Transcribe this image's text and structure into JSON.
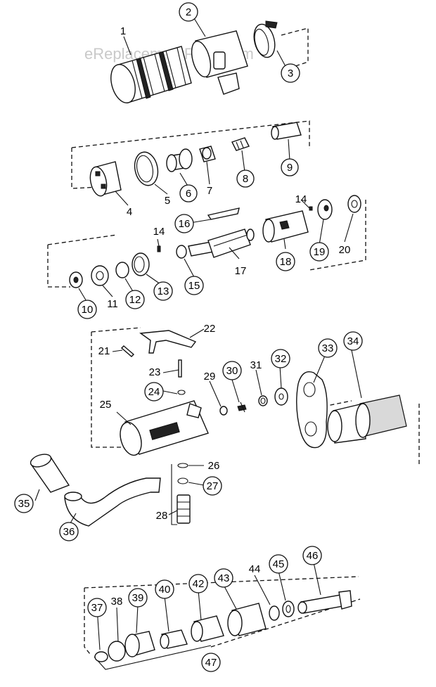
{
  "watermark": "eReplacementParts.com",
  "callouts": {
    "c1": "1",
    "c2": "2",
    "c3": "3",
    "c4": "4",
    "c5": "5",
    "c6": "6",
    "c7": "7",
    "c8": "8",
    "c9": "9",
    "c10": "10",
    "c11": "11",
    "c12": "12",
    "c13": "13",
    "c14a": "14",
    "c14b": "14",
    "c15": "15",
    "c16": "16",
    "c17": "17",
    "c18": "18",
    "c19": "19",
    "c20": "20",
    "c21": "21",
    "c22": "22",
    "c23": "23",
    "c24": "24",
    "c25": "25",
    "c26": "26",
    "c27": "27",
    "c28": "28",
    "c29": "29",
    "c30": "30",
    "c31": "31",
    "c32": "32",
    "c33": "33",
    "c34": "34",
    "c35": "35",
    "c36": "36",
    "c37": "37",
    "c38": "38",
    "c39": "39",
    "c40": "40",
    "c42": "42",
    "c43": "43",
    "c44": "44",
    "c45": "45",
    "c46": "46",
    "c47": "47"
  }
}
